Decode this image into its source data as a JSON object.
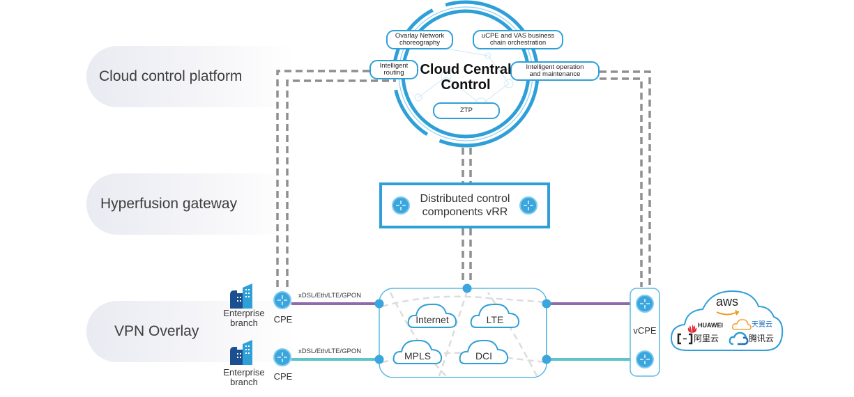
{
  "layers": [
    {
      "label": "Cloud control platform"
    },
    {
      "label": "Hyperfusion gateway"
    },
    {
      "label": "VPN Overlay"
    }
  ],
  "central": {
    "title_line1": "Cloud Central",
    "title_line2": "Control",
    "tags": [
      {
        "line1": "Ovarlay Network",
        "line2": "choreography"
      },
      {
        "line1": "uCPE and VAS business",
        "line2": "chain orchestration"
      },
      {
        "line1": "Intelligent",
        "line2": "routing"
      },
      {
        "line1": "Intelligent operation",
        "line2": "and maintenance"
      },
      {
        "line1": "ZTP",
        "line2": ""
      }
    ]
  },
  "gateway": {
    "line1": "Distributed control",
    "line2": "components vRR"
  },
  "branches": [
    {
      "name_line1": "Enterprise",
      "name_line2": "branch",
      "device": "CPE",
      "link": "xDSL/Eth/LTE/GPON",
      "link_color": "#8e6aab"
    },
    {
      "name_line1": "Enterprise",
      "name_line2": "branch",
      "device": "CPE",
      "link": "xDSL/Eth/LTE/GPON",
      "link_color": "#5ec4c9"
    }
  ],
  "networks": [
    "Internet",
    "LTE",
    "MPLS",
    "DCI"
  ],
  "vcpe": {
    "label": "vCPE"
  },
  "public_clouds": {
    "aws": "aws",
    "huawei": "HUAWEI",
    "tianyi": "天翼云",
    "aliyun": "阿里云",
    "tencent": "腾讯云"
  },
  "colors": {
    "accent": "#2f9fd8",
    "dash": "#8f8f8f",
    "purple_link": "#8e6aab",
    "teal_link": "#5ec4c9",
    "building_dark": "#1b4f8f",
    "building_light": "#2f9fd8",
    "huawei_red": "#e0212b",
    "tianyi_orange": "#f2a33a",
    "aws_orange": "#f29a1f"
  }
}
